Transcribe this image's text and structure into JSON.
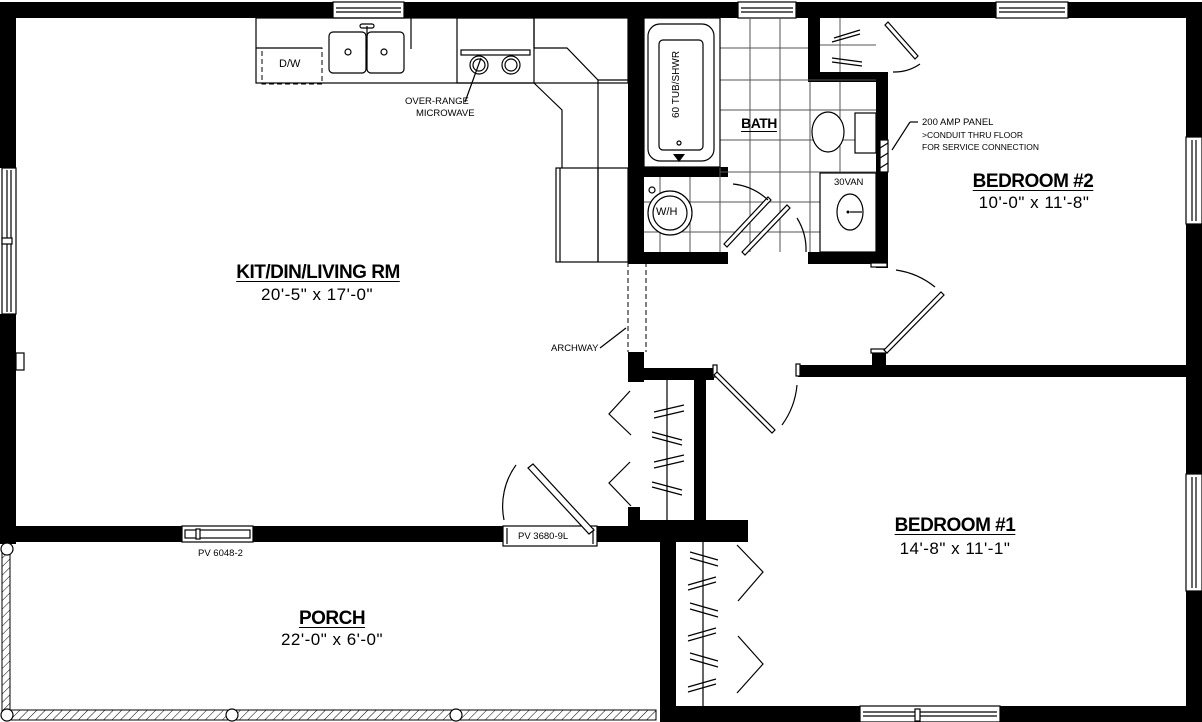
{
  "rooms": {
    "kitchen_living": {
      "title": "KIT/DIN/LIVING RM",
      "dimensions": "20'-5\" x 17'-0\""
    },
    "bath": {
      "title": "BATH"
    },
    "bedroom2": {
      "title": "BEDROOM #2",
      "dimensions": "10'-0\" x 11'-8\""
    },
    "bedroom1": {
      "title": "BEDROOM #1",
      "dimensions": "14'-8\" x 11'-1\""
    },
    "porch": {
      "title": "PORCH",
      "dimensions": "22'-0\" x 6'-0\""
    }
  },
  "fixtures": {
    "dishwasher": "D/W",
    "tub": "60 TUB/SHWR",
    "water_heater": "W/H",
    "vanity": "30VAN"
  },
  "annotations": {
    "microwave_line1": "OVER-RANGE",
    "microwave_line2": "MICROWAVE",
    "panel_line1": "200 AMP PANEL",
    "panel_line2": ">CONDUIT THRU FLOOR",
    "panel_line3": "FOR SERVICE CONNECTION",
    "archway": "ARCHWAY"
  },
  "windows_doors": {
    "front_window": "PV 6048-2",
    "front_door": "PV 3680-9L"
  },
  "colors": {
    "wall": "#000000",
    "background": "#ffffff",
    "tile": "#555555"
  }
}
